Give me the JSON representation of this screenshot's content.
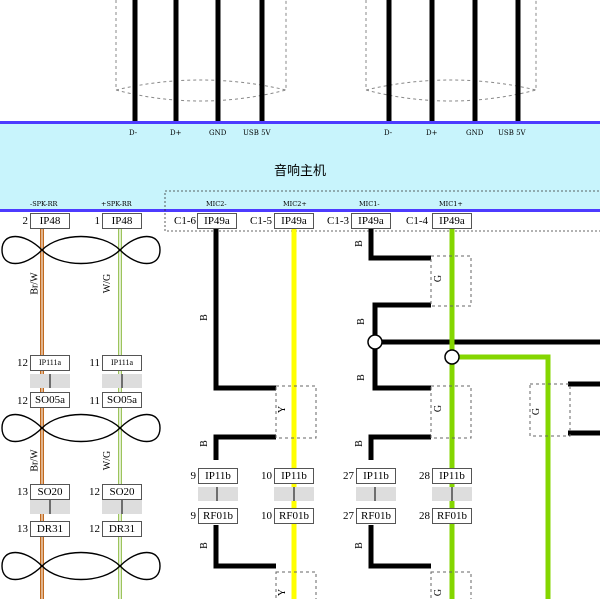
{
  "head_unit": {
    "title": "音响主机",
    "usb_left": [
      "D-",
      "D+",
      "GND",
      "USB 5V"
    ],
    "usb_right": [
      "D-",
      "D+",
      "GND",
      "USB 5V"
    ],
    "signals": {
      "spk_rr_neg": "-SPK-RR",
      "spk_rr_pos": "+SPK-RR",
      "mic2_neg": "MIC2-",
      "mic2_pos": "MIC2+",
      "mic1_neg": "MIC1-",
      "mic1_pos": "MIC1+"
    }
  },
  "top_connectors": [
    {
      "pin": "2",
      "name": "IP48"
    },
    {
      "pin": "1",
      "name": "IP48"
    },
    {
      "pin": "C1-6",
      "name": "IP49a"
    },
    {
      "pin": "C1-5",
      "name": "IP49a"
    },
    {
      "pin": "C1-3",
      "name": "IP49a"
    },
    {
      "pin": "C1-4",
      "name": "IP49a"
    }
  ],
  "speaker_connectors": {
    "ip111a_left": {
      "pin": "12",
      "name": "IP111a"
    },
    "ip111a_right": {
      "pin": "11",
      "name": "IP111a"
    },
    "so05a_left": {
      "pin": "12",
      "name": "SO05a"
    },
    "so05a_right": {
      "pin": "11",
      "name": "SO05a"
    },
    "so20_left": {
      "pin": "13",
      "name": "SO20"
    },
    "so20_right": {
      "pin": "12",
      "name": "SO20"
    },
    "dr31_left": {
      "pin": "13",
      "name": "DR31"
    },
    "dr31_right": {
      "pin": "12",
      "name": "DR31"
    }
  },
  "mic_connectors": {
    "ip11b": [
      {
        "pin": "9",
        "name": "IP11b"
      },
      {
        "pin": "10",
        "name": "IP11b"
      },
      {
        "pin": "27",
        "name": "IP11b"
      },
      {
        "pin": "28",
        "name": "IP11b"
      }
    ],
    "rf01b": [
      {
        "pin": "9",
        "name": "RF01b"
      },
      {
        "pin": "10",
        "name": "RF01b"
      },
      {
        "pin": "27",
        "name": "RF01b"
      },
      {
        "pin": "28",
        "name": "RF01b"
      }
    ]
  },
  "wire_colors": {
    "speaker_left": "Br/W",
    "speaker_right": "W/G",
    "black": "B",
    "yellow": "Y",
    "green": "G"
  },
  "colors": {
    "band": "#c8f4fc",
    "band_border": "#4d3bff",
    "black_wire": "#000000",
    "yellow_wire": "#ffff00",
    "green_wire": "#84d600",
    "brown_wire": "#c0691e",
    "wg_wire": "#9cc45c"
  }
}
